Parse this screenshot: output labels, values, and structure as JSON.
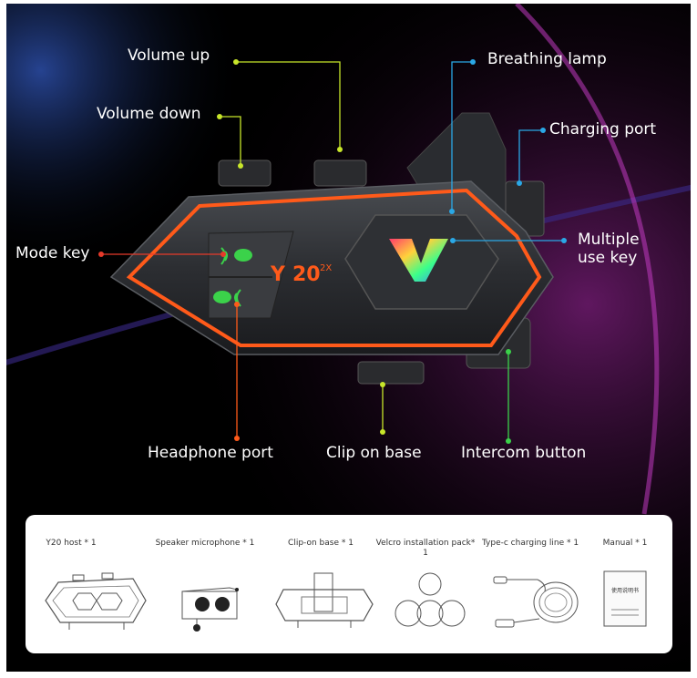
{
  "callouts": {
    "volume_up": "Volume up",
    "volume_down": "Volume down",
    "breathing_lamp": "Breathing lamp",
    "charging_port": "Charging port",
    "mode_key": "Mode key",
    "multiple_use_key": "Multiple use key",
    "headphone_port": "Headphone port",
    "clip_on_base": "Clip on base",
    "intercom_button": "Intercom button"
  },
  "device": {
    "logo_mark": "Y",
    "model": "20",
    "model_sup": "2X"
  },
  "package": {
    "items": [
      {
        "label": "Y20 host * 1"
      },
      {
        "label": "Speaker microphone * 1"
      },
      {
        "label": "Clip-on base * 1"
      },
      {
        "label": "Velcro installation pack* 1"
      },
      {
        "label": "Type-c charging line * 1"
      },
      {
        "label": "Manual * 1"
      }
    ],
    "manual_cover_text": "使用说明书"
  },
  "colors": {
    "accent_orange": "#ff5a1a",
    "callout_green": "#c8e62a",
    "callout_blue": "#2aa8e6",
    "callout_red": "#e63a2a"
  }
}
